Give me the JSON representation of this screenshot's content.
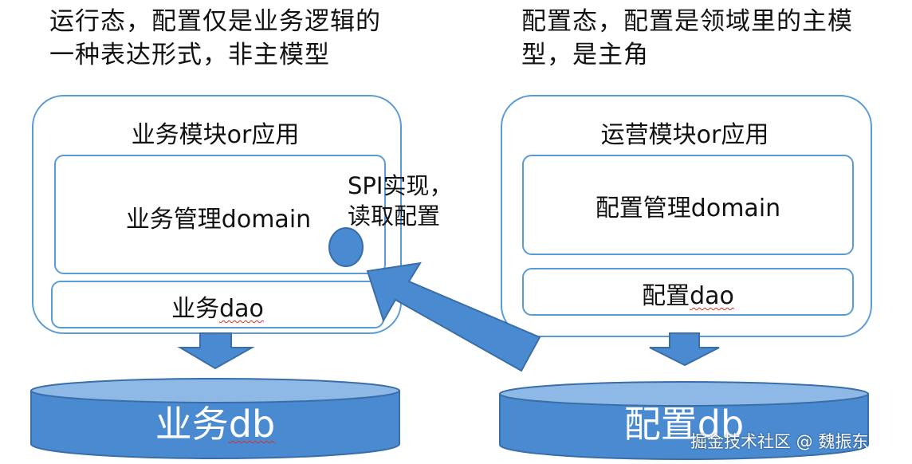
{
  "left_caption": "运行态，配置仅是业务逻辑的一种表达形式，非主模型",
  "right_caption": "配置态，配置是领域里的主模型，是主角",
  "left_panel": {
    "title": "业务模块or应用",
    "domain_label": "业务管理domain",
    "dao_label_main": "业务",
    "dao_label_suffix": "dao",
    "spi_label": "SPI实现，读取配置"
  },
  "right_panel": {
    "title": "运营模块or应用",
    "domain_label": "配置管理domain",
    "dao_label_main": "配置",
    "dao_label_suffix": "dao"
  },
  "left_db": {
    "label_main": "业务",
    "label_suffix": "db"
  },
  "right_db": {
    "label_main": "配置",
    "label_suffix": "db"
  },
  "watermark": "掘金技术社区 @ 魏振东",
  "colors": {
    "accent": "#5b9bd5",
    "fill": "#4a8ad0",
    "border_dark": "#3a6ea8"
  }
}
